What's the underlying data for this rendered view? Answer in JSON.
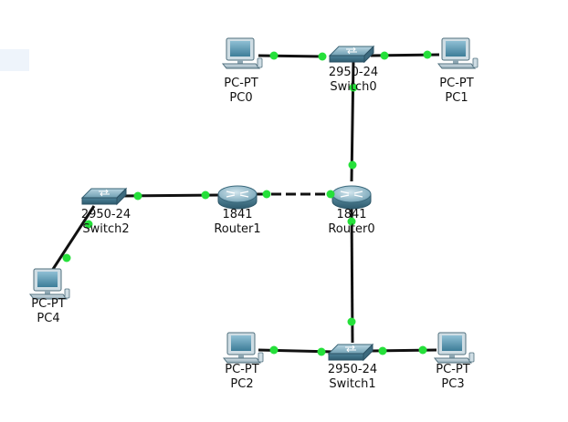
{
  "colors": {
    "background": "#ffffff",
    "link": "#111111",
    "port_up": "#25e03a",
    "label": "#111111"
  },
  "devices": [
    {
      "id": "pc0",
      "kind": "pc",
      "model": "PC-PT",
      "name": "PC0"
    },
    {
      "id": "switch0",
      "kind": "switch",
      "model": "2950-24",
      "name": "Switch0"
    },
    {
      "id": "pc1",
      "kind": "pc",
      "model": "PC-PT",
      "name": "PC1"
    },
    {
      "id": "switch2",
      "kind": "switch",
      "model": "2950-24",
      "name": "Switch2"
    },
    {
      "id": "router1",
      "kind": "router",
      "model": "1841",
      "name": "Router1"
    },
    {
      "id": "router0",
      "kind": "router",
      "model": "1841",
      "name": "Router0"
    },
    {
      "id": "pc4",
      "kind": "pc",
      "model": "PC-PT",
      "name": "PC4"
    },
    {
      "id": "pc2",
      "kind": "pc",
      "model": "PC-PT",
      "name": "PC2"
    },
    {
      "id": "switch1",
      "kind": "switch",
      "model": "2950-24",
      "name": "Switch1"
    },
    {
      "id": "pc3",
      "kind": "pc",
      "model": "PC-PT",
      "name": "PC3"
    }
  ],
  "links": [
    {
      "from": "pc0",
      "to": "switch0",
      "style": "solid"
    },
    {
      "from": "switch0",
      "to": "pc1",
      "style": "solid"
    },
    {
      "from": "switch0",
      "to": "router0",
      "style": "solid"
    },
    {
      "from": "switch2",
      "to": "router1",
      "style": "solid"
    },
    {
      "from": "router1",
      "to": "router0",
      "style": "dashed"
    },
    {
      "from": "pc4",
      "to": "switch2",
      "style": "solid"
    },
    {
      "from": "router0",
      "to": "switch1",
      "style": "solid"
    },
    {
      "from": "pc2",
      "to": "switch1",
      "style": "solid"
    },
    {
      "from": "switch1",
      "to": "pc3",
      "style": "solid"
    }
  ]
}
